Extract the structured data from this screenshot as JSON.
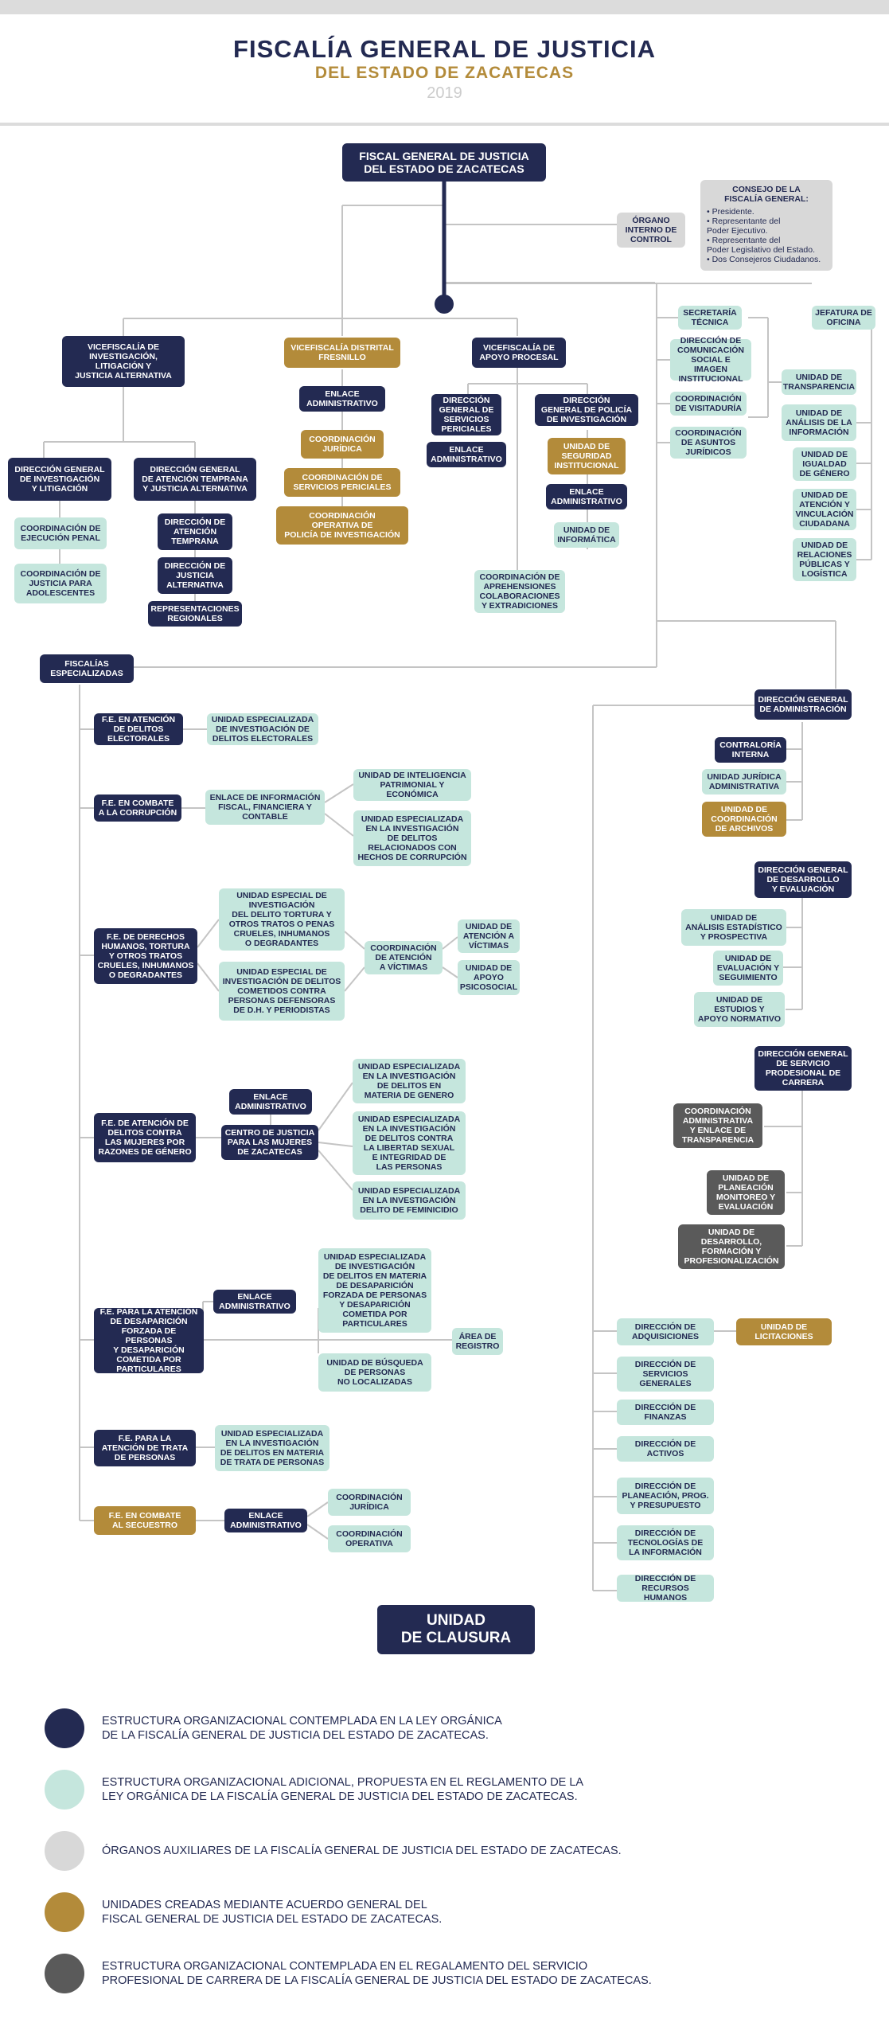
{
  "header": {
    "title": "FISCALÍA GENERAL DE JUSTICIA",
    "subtitle": "DEL ESTADO DE ZACATECAS",
    "year": "2019"
  },
  "colors": {
    "navy": "#232a52",
    "mint": "#c5e6dd",
    "gold": "#b38b3a",
    "light_gray": "#d8d8d8",
    "dark_gray": "#5a5a5a"
  },
  "nodes": {
    "fiscal": "FISCAL GENERAL DE JUSTICIA\nDEL ESTADO DE ZACATECAS",
    "organo": "ÓRGANO\nINTERNO DE\nCONTROL",
    "consejo_title": "CONSEJO DE LA\nFISCALÍA GENERAL:",
    "consejo_items": [
      "• Presidente.",
      "• Representante del\n   Poder Ejecutivo.",
      "• Representante del\n   Poder Legislativo del Estado.",
      "• Dos Consejeros Ciudadanos."
    ],
    "vf_inv": "VICEFISCALÍA DE\nINVESTIGACIÓN,\nLITIGACIÓN Y\nJUSTICIA ALTERNATIVA",
    "vf_fres": "VICEFISCALÍA DISTRITAL\nFRESNILLO",
    "vf_apoyo": "VICEFISCALÍA DE\nAPOYO PROCESAL",
    "dg_inv": "DIRECCIÓN GENERAL\nDE INVESTIGACIÓN\nY LITIGACIÓN",
    "dg_atn": "DIRECCIÓN GENERAL\nDE ATENCIÓN TEMPRANA\nY JUSTICIA ALTERNATIVA",
    "coord_ejec": "COORDINACIÓN DE\nEJECUCIÓN PENAL",
    "coord_just_adol": "COORDINACIÓN DE\nJUSTICIA PARA\nADOLESCENTES",
    "dir_atn_temp": "DIRECCIÓN DE\nATENCIÓN\nTEMPRANA",
    "dir_just_alt": "DIRECCIÓN DE\nJUSTICIA\nALTERNATIVA",
    "rep_reg": "REPRESENTACIONES\nREGIONALES",
    "fres_enlace": "ENLACE\nADMINISTRATIVO",
    "fres_coord_jur": "COORDINACIÓN\nJURÍDICA",
    "fres_coord_per": "COORDINACIÓN DE\nSERVICIOS PERICIALES",
    "fres_coord_op": "COORDINACIÓN\nOPERATIVA DE\nPOLICÍA DE INVESTIGACIÓN",
    "dg_serv_per": "DIRECCIÓN\nGENERAL DE\nSERVICIOS\nPERICIALES",
    "ap_enlace": "ENLACE\nADMINISTRATIVO",
    "dg_policia": "DIRECCIÓN\nGENERAL DE POLICÍA\nDE INVESTIGACIÓN",
    "u_seg_inst": "UNIDAD DE\nSEGURIDAD\nINSTITUCIONAL",
    "pol_enlace": "ENLACE\nADMINISTRATIVO",
    "u_informatica": "UNIDAD DE\nINFORMÁTICA",
    "coord_aprehens": "COORDINACIÓN DE\nAPREHENSIONES\nCOLABORACIONES\nY EXTRADICIONES",
    "sec_tecnica": "SECRETARÍA\nTÉCNICA",
    "jef_oficina": "JEFATURA DE\nOFICINA",
    "dir_comunic": "DIRECCIÓN DE\nCOMUNICACIÓN\nSOCIAL E IMAGEN\nINSTITUCIONAL",
    "coord_visit": "COORDINACIÓN\nDE VISITADURÍA",
    "coord_asuntos": "COORDINACIÓN\nDE ASUNTOS\nJURÍDICOS",
    "u_transp": "UNIDAD DE\nTRANSPARENCIA",
    "u_anal_info": "UNIDAD DE\nANÁLISIS DE LA\nINFORMACIÓN",
    "u_igualdad": "UNIDAD DE\nIGUALDAD\nDE GÉNERO",
    "u_atn_vinc": "UNIDAD DE\nATENCIÓN Y\nVINCULACIÓN\nCIUDADANA",
    "u_rel_pub": "UNIDAD DE\nRELACIONES\nPÚBLICAS Y\nLOGÍSTICA",
    "fiscalias_esp": "FISCALÍAS\nESPECIALIZADAS",
    "fe_elect": "F.E. EN ATENCIÓN\nDE DELITOS\nELECTORALES",
    "u_elect": "UNIDAD ESPECIALIZADA\nDE INVESTIGACIÓN DE\nDELITOS ELECTORALES",
    "fe_corr": "F.E. EN COMBATE\nA LA CORRUPCIÓN",
    "enl_fiscal": "ENLACE DE INFORMACIÓN\nFISCAL, FINANCIERA Y\nCONTABLE",
    "u_intel": "UNIDAD DE INTELIGENCIA\nPATRIMONIAL Y\nECONÓMICA",
    "u_corr": "UNIDAD ESPECIALIZADA\nEN LA INVESTIGACIÓN\nDE DELITOS\nRELACIONADOS CON\nHECHOS DE CORRUPCIÓN",
    "fe_ddhh": "F.E. DE DERECHOS\nHUMANOS, TORTURA\nY OTROS TRATOS\nCRUELES, INHUMANOS\nO DEGRADANTES",
    "u_tortura": "UNIDAD ESPECIAL DE\nINVESTIGACIÓN\nDEL DELITO TORTURA Y\nOTROS TRATOS O PENAS\nCRUELES, INHUMANOS\nO DEGRADANTES",
    "u_defensores": "UNIDAD ESPECIAL DE\nINVESTIGACIÓN DE DELITOS\nCOMETIDOS CONTRA\nPERSONAS DEFENSORAS\nDE D.H. Y PERIODISTAS",
    "coord_victimas": "COORDINACIÓN\nDE ATENCIÓN\nA VÍCTIMAS",
    "u_atn_victimas": "UNIDAD DE\nATENCIÓN A\nVÍCTIMAS",
    "u_apoyo_psic": "UNIDAD DE\nAPOYO\nPSICOSOCIAL",
    "fe_mujeres": "F.E. DE ATENCIÓN DE\nDELITOS CONTRA\nLAS MUJERES POR\nRAZONES DE GÉNERO",
    "muj_enlace": "ENLACE\nADMINISTRATIVO",
    "centro_just": "CENTRO DE JUSTICIA\nPARA LAS MUJERES\nDE ZACATECAS",
    "u_genero": "UNIDAD ESPECIALIZADA\nEN LA INVESTIGACIÓN\nDE DELITOS EN\nMATERIA DE GENERO",
    "u_sexual": "UNIDAD ESPECIALIZADA\nEN LA INVESTIGACIÓN\nDE DELITOS CONTRA\nLA LIBERTAD SEXUAL\nE INTEGRIDAD DE\nLAS PERSONAS",
    "u_feminicidio": "UNIDAD ESPECIALIZADA\nEN LA INVESTIGACIÓN\nDELITO DE FEMINICIDIO",
    "fe_desap": "F.E. PARA LA ATENCIÓN\nDE DESAPARICIÓN\nFORZADA DE PERSONAS\nY DESAPARICIÓN\nCOMETIDA POR\nPARTICULARES",
    "desap_enlace": "ENLACE\nADMINISTRATIVO",
    "u_desap": "UNIDAD ESPECIALIZADA\nDE INVESTIGACIÓN\nDE DELITOS EN MATERIA\nDE DESAPARICIÓN\nFORZADA DE PERSONAS\nY DESAPARICIÓN\nCOMETIDA POR\nPARTICULARES",
    "u_busqueda": "UNIDAD DE BÚSQUEDA\nDE PERSONAS\nNO LOCALIZADAS",
    "area_registro": "ÁREA DE\nREGISTRO",
    "fe_trata": "F.E. PARA LA\nATENCIÓN DE TRATA\nDE PERSONAS",
    "u_trata": "UNIDAD ESPECIALIZADA\nEN LA INVESTIGACIÓN\nDE DELITOS EN MATERIA\nDE TRATA DE PERSONAS",
    "fe_secuestro": "F.E. EN COMBATE\nAL SECUESTRO",
    "sec_enlace": "ENLACE\nADMINISTRATIVO",
    "sec_coord_jur": "COORDINACIÓN\nJURÍDICA",
    "sec_coord_op": "COORDINACIÓN\nOPERATIVA",
    "dg_admin": "DIRECCIÓN GENERAL\nDE ADMINISTRACIÓN",
    "contraloria": "CONTRALORÍA\nINTERNA",
    "u_jur_admin": "UNIDAD JURÍDICA\nADMINISTRATIVA",
    "u_archivos": "UNIDAD DE\nCOORDINACIÓN\nDE ARCHIVOS",
    "dg_desarrollo": "DIRECCIÓN GENERAL\nDE DESARROLLO\nY EVALUACIÓN",
    "u_analisis_est": "UNIDAD DE\nANÁLISIS ESTADÍSTICO\nY PROSPECTIVA",
    "u_eval_seg": "UNIDAD DE\nEVALUACIÓN Y\nSEGUIMIENTO",
    "u_estudios": "UNIDAD DE\nESTUDIOS Y\nAPOYO NORMATIVO",
    "dg_servicio": "DIRECCIÓN GENERAL\nDE SERVICIO\nPRODESIONAL DE\nCARRERA",
    "coord_admin_transp": "COORDINACIÓN\nADMINISTRATIVA\nY ENLACE DE\nTRANSPARENCIA",
    "u_planeacion": "UNIDAD DE\nPLANEACIÓN\nMONITOREO Y\nEVALUACIÓN",
    "u_desarrollo": "UNIDAD DE\nDESARROLLO,\nFORMACIÓN Y\nPROFESIONALIZACIÓN",
    "dir_adquis": "DIRECCIÓN DE\nADQUISICIONES",
    "u_licit": "UNIDAD DE\nLICITACIONES",
    "dir_serv_gen": "DIRECCIÓN DE\nSERVICIOS\nGENERALES",
    "dir_finanzas": "DIRECCIÓN DE\nFINANZAS",
    "dir_activos": "DIRECCIÓN DE\nACTIVOS",
    "dir_planeacion": "DIRECCIÓN DE\nPLANEACIÓN, PROG.\nY PRESUPUESTO",
    "dir_tecno": "DIRECCIÓN DE\nTECNOLOGÍAS DE\nLA INFORMACIÓN",
    "dir_rrhh": "DIRECCIÓN DE\nRECURSOS HUMANOS",
    "clausura": "UNIDAD\nDE CLAUSURA"
  },
  "legend": [
    {
      "color": "#232a52",
      "text": "ESTRUCTURA ORGANIZACIONAL CONTEMPLADA EN LA LEY ORGÁNICA\nDE LA FISCALÍA GENERAL DE JUSTICIA DEL ESTADO DE ZACATECAS."
    },
    {
      "color": "#c5e6dd",
      "text": "ESTRUCTURA ORGANIZACIONAL ADICIONAL, PROPUESTA EN EL REGLAMENTO DE LA\nLEY ORGÁNICA DE LA FISCALÍA GENERAL DE JUSTICIA DEL ESTADO DE ZACATECAS."
    },
    {
      "color": "#d8d8d8",
      "text": "ÓRGANOS AUXILIARES DE LA FISCALÍA GENERAL DE JUSTICIA DEL ESTADO DE ZACATECAS."
    },
    {
      "color": "#b38b3a",
      "text": "UNIDADES CREADAS MEDIANTE ACUERDO GENERAL DEL\nFISCAL GENERAL DE JUSTICIA DEL ESTADO DE ZACATECAS."
    },
    {
      "color": "#5a5a5a",
      "text": "ESTRUCTURA ORGANIZACIONAL CONTEMPLADA EN EL REGALAMENTO DEL SERVICIO\nPROFESIONAL DE CARRERA DE LA FISCALÍA GENERAL DE JUSTICIA DEL ESTADO DE ZACATECAS."
    }
  ]
}
